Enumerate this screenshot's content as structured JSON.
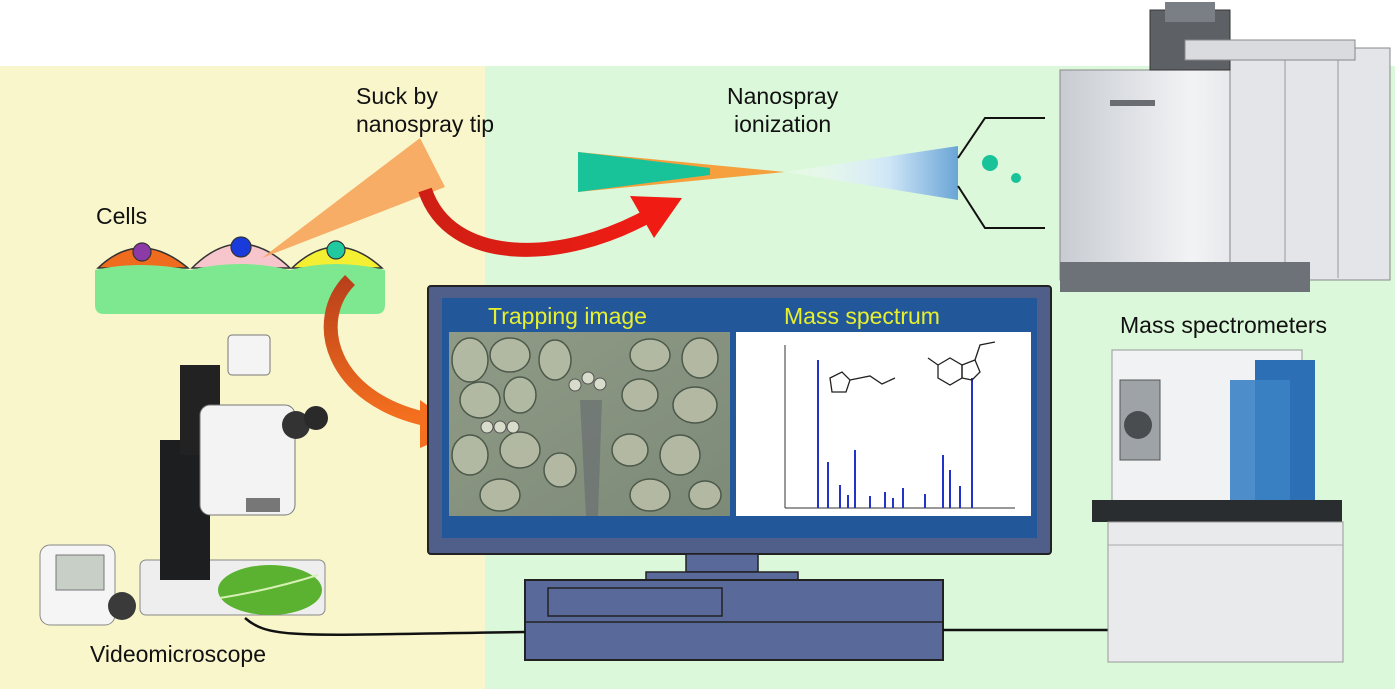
{
  "labels": {
    "cells": "Cells",
    "suck": "Suck by\nnanospray tip",
    "nanospray": "Nanospray\nionization",
    "mass_spectrometers": "Mass spectrometers",
    "videomicroscope": "Videomicroscope"
  },
  "screen": {
    "trapping_title": "Trapping image",
    "spectrum_title": "Mass spectrum"
  },
  "colors": {
    "left_background": "#f9f6cc",
    "right_background": "#dcf8da",
    "screen_text": "#e7ef2f",
    "arrow": "#e8331c",
    "tip": "#f5a03c",
    "droplet": "#19c39a"
  }
}
